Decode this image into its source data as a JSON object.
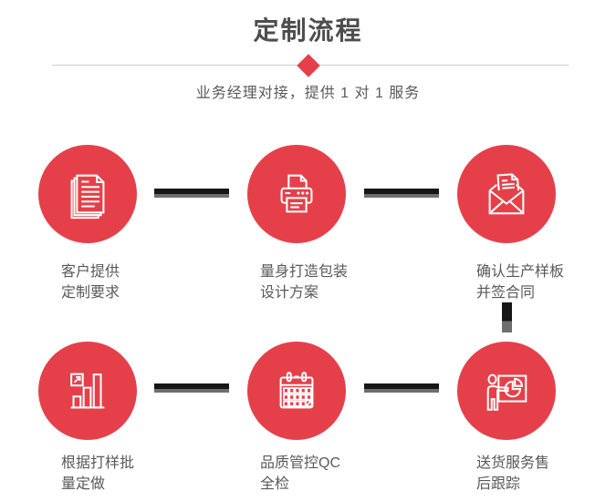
{
  "colors": {
    "accent": "#e5404a",
    "title_text": "#4d4d4d",
    "body_text": "#595959",
    "divider": "#cccccc",
    "connector_dark": "#161616",
    "connector_gray": "#6e6e6e"
  },
  "header": {
    "title": "定制流程",
    "subtitle": "业务经理对接，提供 1 对 1 服务"
  },
  "steps": [
    {
      "icon": "documents-icon",
      "line1": "客户提供",
      "line2": "定制要求"
    },
    {
      "icon": "printer-icon",
      "line1": "量身打造包装",
      "line2": "设计方案"
    },
    {
      "icon": "envelope-icon",
      "line1": "确认生产样板",
      "line2": "并签合同"
    },
    {
      "icon": "bar-chart-icon",
      "line1": "根据打样批",
      "line2": "量定做"
    },
    {
      "icon": "calendar-icon",
      "line1": "品质管控QC",
      "line2": "全检"
    },
    {
      "icon": "presentation-icon",
      "line1": "送货服务售",
      "line2": "后跟踪"
    }
  ]
}
